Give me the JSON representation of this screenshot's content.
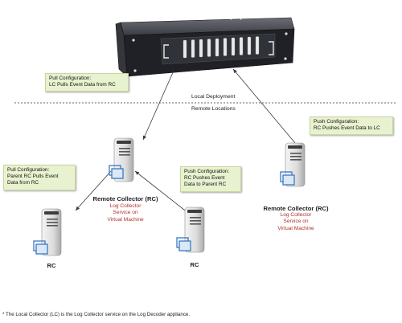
{
  "appliance": {
    "title": "Local Collector (LC)*"
  },
  "sections": {
    "local": "Local Deployment",
    "remote": "Remote Locations"
  },
  "callouts": {
    "lc_pull": [
      "Pull Configuration:",
      "LC Pulls Event Data from RC"
    ],
    "rc_push_to_lc": [
      "Push Configuration:",
      "RC Pushes Event Data to LC"
    ],
    "parent_pull": [
      "Pull Configuration:",
      "Parent RC Pulls Event",
      "Data from RC"
    ],
    "rc_push_parent": [
      "Push Configuration:",
      "RC Pushes Event",
      "Data to Parent RC"
    ]
  },
  "nodes": {
    "center_rc": {
      "title": "Remote Collector (RC)",
      "lines": [
        "Log Collector",
        "Service on",
        "Virtual Machine"
      ]
    },
    "right_rc": {
      "title": "Remote Collector (RC)",
      "lines": [
        "Log Collector",
        "Service on",
        "Virtual Machine"
      ]
    },
    "left_child": {
      "title": "RC"
    },
    "right_child": {
      "title": "RC"
    }
  },
  "footnote": "* The Local Collector (LC) is the Log Collector service on the Log Decoder appliance.",
  "colors": {
    "callout_fill": "#e8f2cf",
    "sub_text": "#b0312a",
    "appliance": "#2b2d33",
    "vm_icon": "#3a78c2"
  }
}
